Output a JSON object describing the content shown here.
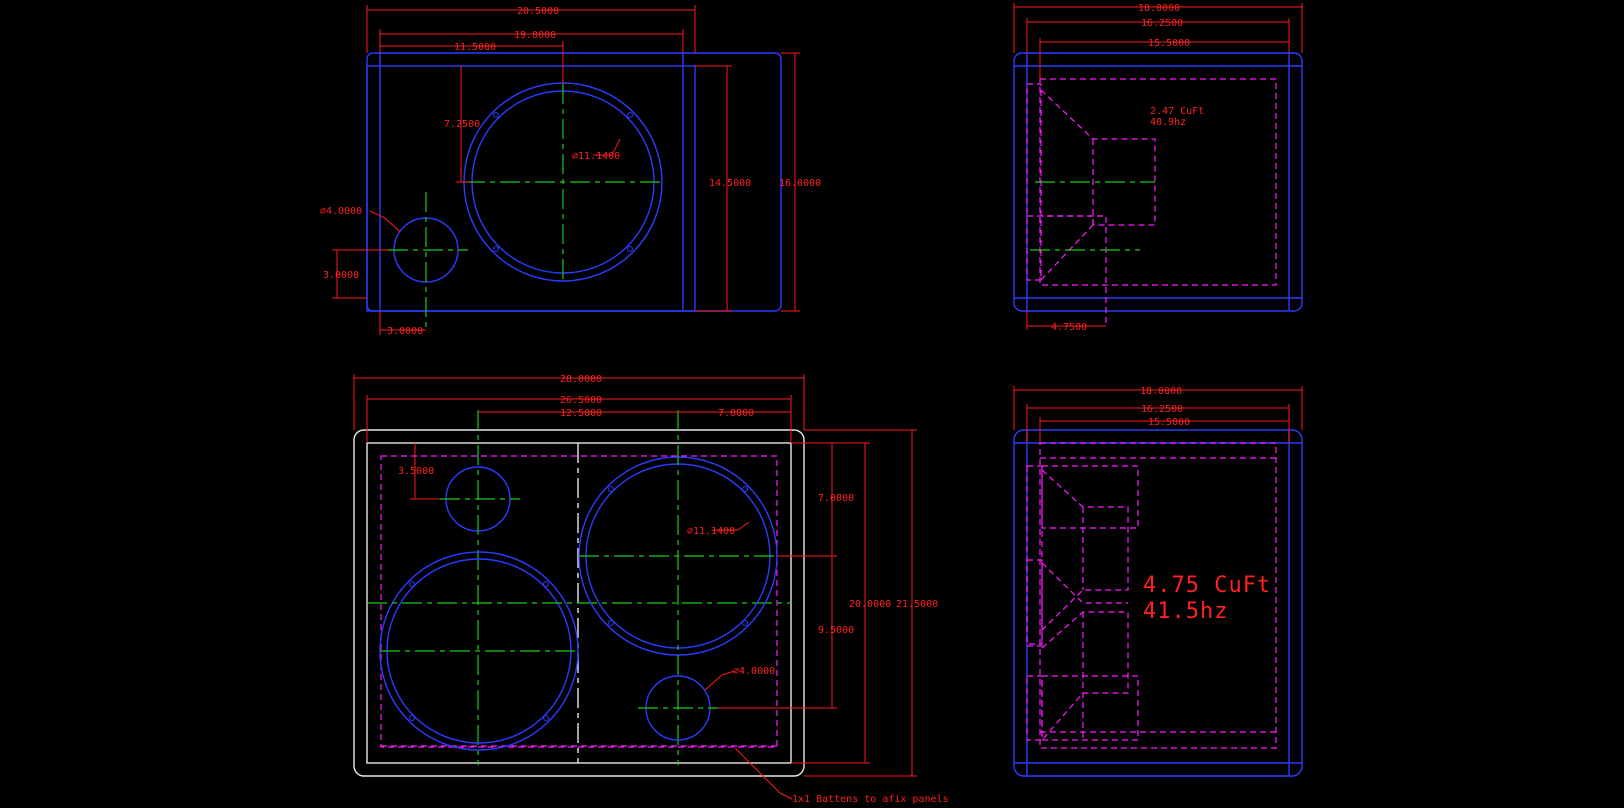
{
  "top_front": {
    "dims": [
      "20.5000",
      "19.0000",
      "11.5000",
      "7.2500",
      "14.5000",
      "16.0000",
      "3.0000",
      "3.0000"
    ],
    "woofer_dia": "⌀11.1400",
    "port_dia": "⌀4.0000"
  },
  "top_side": {
    "dims": [
      "18.0000",
      "16.2500",
      "15.5000",
      "4.7500"
    ],
    "volume": "2.47 CuFt",
    "tuning": "40.9hz"
  },
  "bottom_front": {
    "dims": [
      "28.0000",
      "26.5000",
      "12.5000",
      "7.0000",
      "3.5000",
      "7.0000",
      "9.5000",
      "20.0000",
      "21.5000"
    ],
    "woofer_dia": "⌀11.1400",
    "port_dia": "⌀4.0000",
    "note": "1x1 Battens to afix panels"
  },
  "bottom_side": {
    "dims": [
      "18.0000",
      "16.2500",
      "15.5000"
    ],
    "volume": "4.75 CuFt",
    "tuning": "41.5hz"
  },
  "colors": {
    "dimension": "#ff1a1a",
    "panel": "#2b3bff",
    "centerline": "#19c919",
    "internal": "#ff19ff",
    "battens": "#e8e8e8"
  }
}
